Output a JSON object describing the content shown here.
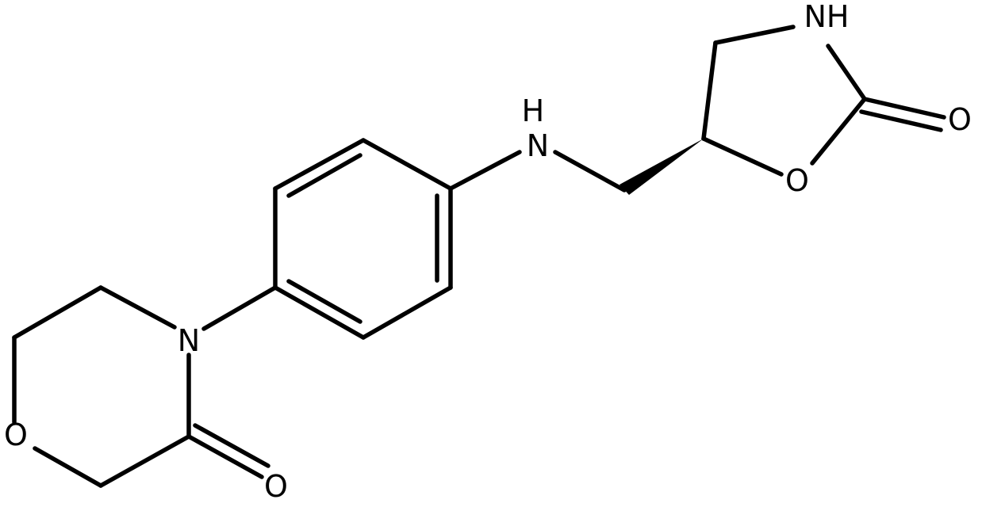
{
  "molecule": {
    "atoms": {
      "nh_ring": "NH",
      "o_carbonyl_right": "O",
      "o_ring_right": "O",
      "nh_linker": "H\nN",
      "n_morpholine": "N",
      "o_morpholine": "O",
      "o_carbonyl_left": "O"
    }
  }
}
